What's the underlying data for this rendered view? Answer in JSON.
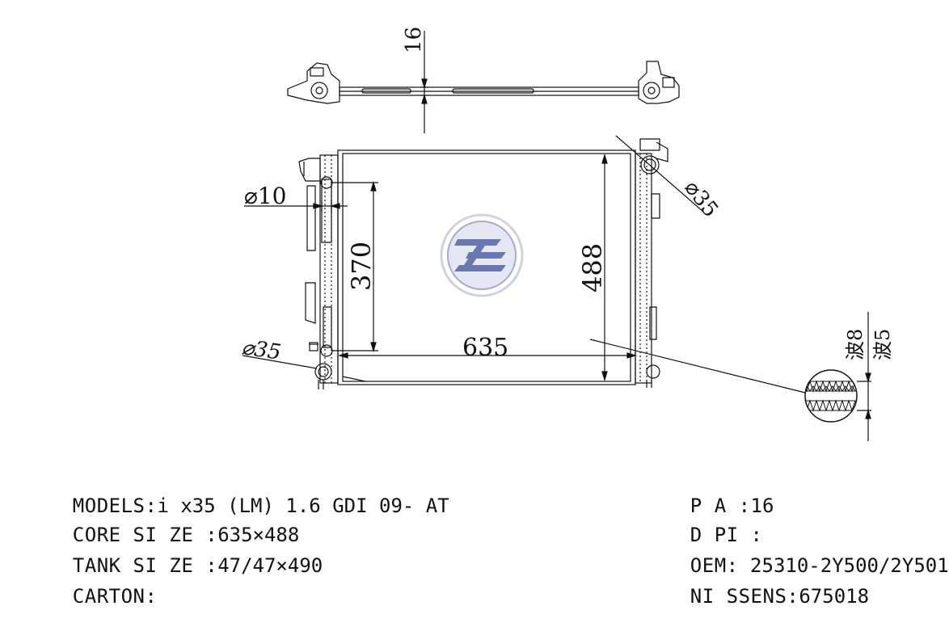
{
  "dimensions": {
    "top_thickness": "16",
    "inlet_diameter_small": "⌀10",
    "outlet_diameter": "⌀35",
    "height_370": "370",
    "height_488": "488",
    "width_635": "635",
    "cap_diameter": "⌀35",
    "fin_wave_8": "波8",
    "fin_wave_5": "波5"
  },
  "specs": {
    "left": [
      {
        "label": "MODELS:",
        "value": "i x35 (LM) 1.6 GDI 09- AT"
      },
      {
        "label": "CORE SI ZE :",
        "value": "635×488"
      },
      {
        "label": "TANK SI ZE :",
        "value": "47/47×490"
      },
      {
        "label": "CARTON:",
        "value": ""
      }
    ],
    "right": [
      {
        "label": "P A :",
        "value": "16"
      },
      {
        "label": "D PI :",
        "value": ""
      },
      {
        "label": "OEM:",
        "value": " 25310-2Y500/2Y501"
      },
      {
        "label": "NI SSENS:",
        "value": "675018"
      }
    ]
  },
  "colors": {
    "line": "#111111",
    "logo_blue": "#5a6aa8",
    "logo_ring": "#c9cde3"
  }
}
